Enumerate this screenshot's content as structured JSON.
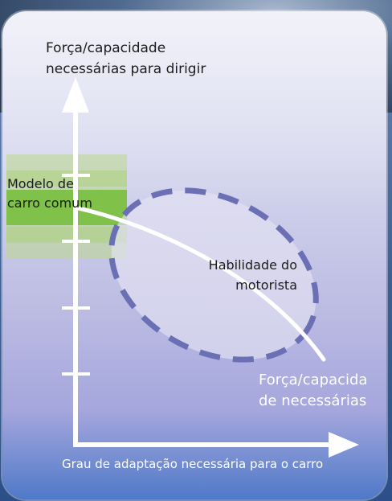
{
  "diagram": {
    "y_axis_label": "Força/capacidade necessárias para dirigir",
    "x_axis_label": "Grau de adaptação necessária para o carro",
    "model_band_label": "Modelo de carro comum",
    "skill_region_label": "Habilidade do motorista",
    "curve_label": "Força/capacida de necessárias",
    "colors": {
      "axis": "#ffffff",
      "curve": "#ffffff",
      "ellipse_dash": "#6b6fb4",
      "band_green": "#7bc043",
      "band_light": "#b9d98a",
      "card_top": "#e6e7f4",
      "card_bottom": "#4f79c8"
    }
  }
}
